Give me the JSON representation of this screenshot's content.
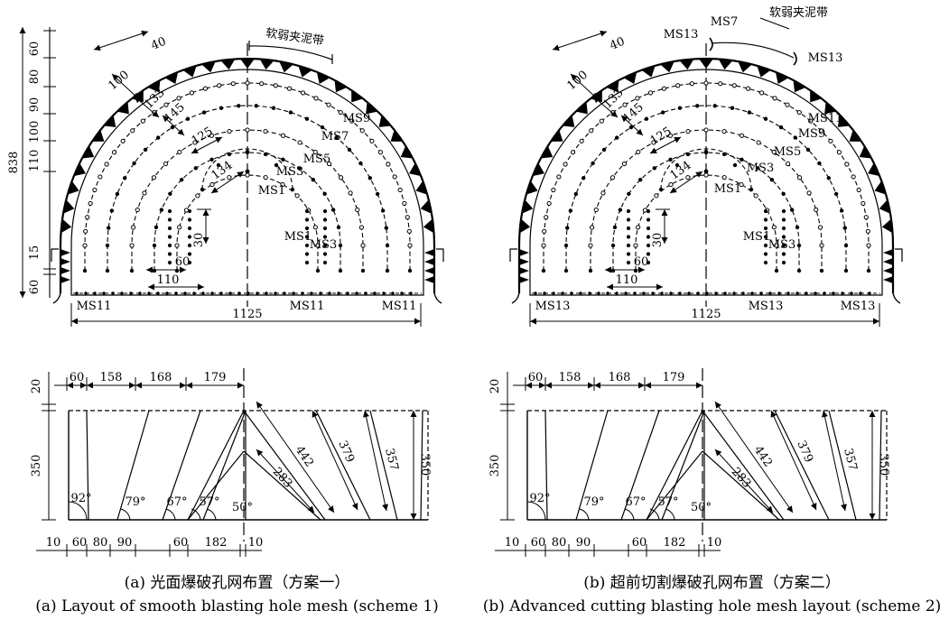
{
  "scheme_a": {
    "weak_zone_label": "软弱夹泥带",
    "left_dims": [
      "60",
      "80",
      "90",
      "100",
      "110"
    ],
    "total_height": "838",
    "base_dims": [
      "15",
      "60"
    ],
    "contour_spacings": [
      "100",
      "40",
      "133",
      "145",
      "125",
      "134"
    ],
    "delays": [
      "MS9",
      "MS7",
      "MS5",
      "MS3",
      "MS1"
    ],
    "cut_delays": [
      "MS1",
      "MS3"
    ],
    "vertical_dim": "30",
    "cut_dims": [
      "60",
      "110"
    ],
    "floor_delays": [
      "MS11",
      "MS11",
      "MS11"
    ],
    "width": "1125",
    "profile_top_dims": [
      "60",
      "158",
      "168",
      "179"
    ],
    "profile_left_dims": [
      "20",
      "350"
    ],
    "hole_lengths": [
      "442",
      "379",
      "357",
      "350",
      "283"
    ],
    "angles": [
      "92°",
      "79°",
      "67°",
      "57°",
      "50°"
    ],
    "profile_bottom_dims": [
      "10",
      "60",
      "80",
      "90",
      "60",
      "182",
      "10"
    ]
  },
  "scheme_b": {
    "weak_zone_label": "软弱夹泥带",
    "crown_delays": [
      "MS13",
      "MS7",
      "MS13"
    ],
    "contour_spacings": [
      "100",
      "40",
      "133",
      "145",
      "125",
      "134"
    ],
    "delays": [
      "MS11",
      "MS9",
      "MS5",
      "MS3",
      "MS1"
    ],
    "cut_delays": [
      "MS1",
      "MS3"
    ],
    "vertical_dim": "30",
    "cut_dims": [
      "60",
      "110"
    ],
    "floor_delays": [
      "MS13",
      "MS13",
      "MS13"
    ],
    "width": "1125",
    "profile_top_dims": [
      "60",
      "158",
      "168",
      "179"
    ],
    "profile_left_dims": [
      "20",
      "350"
    ],
    "hole_lengths": [
      "442",
      "379",
      "357",
      "350",
      "283"
    ],
    "angles": [
      "92°",
      "79°",
      "67°",
      "57°",
      "50°"
    ],
    "profile_bottom_dims": [
      "10",
      "60",
      "80",
      "90",
      "60",
      "182",
      "10"
    ]
  },
  "captions": {
    "a_cn": "(a) 光面爆破孔网布置（方案一）",
    "a_en": "(a) Layout of smooth blasting hole mesh (scheme 1)",
    "b_cn": "(b) 超前切割爆破孔网布置（方案二）",
    "b_en": "(b) Advanced cutting blasting hole mesh layout (scheme 2)"
  }
}
